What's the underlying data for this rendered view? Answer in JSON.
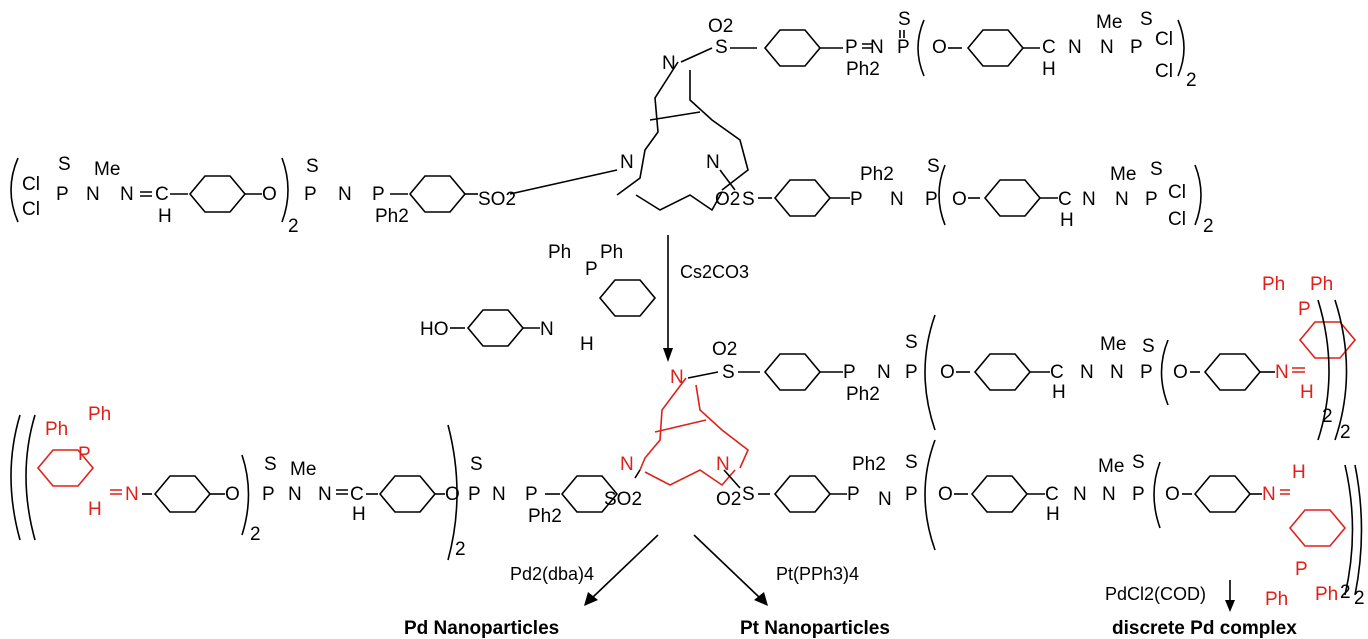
{
  "reagents": {
    "step1": "Cs2CO3",
    "step2_pd": "Pd2(dba)4",
    "step2_pt": "Pt(PPh3)4",
    "step3": "PdCl2(COD)"
  },
  "products": {
    "pd_np": "Pd Nanoparticles",
    "pt_np": "Pt Nanoparticles",
    "pd_complex": "discrete Pd complex"
  },
  "atoms": {
    "S": "S",
    "N": "N",
    "P": "P",
    "O": "O",
    "H": "H",
    "C": "C",
    "Cl": "Cl",
    "Me": "Me",
    "Ph": "Ph",
    "Ph2": "Ph2",
    "SO2": "SO2",
    "O2": "O2",
    "HO": "HO",
    "sub2": "2"
  },
  "colors": {
    "highlight": "#e0201a",
    "ink": "#000000"
  }
}
